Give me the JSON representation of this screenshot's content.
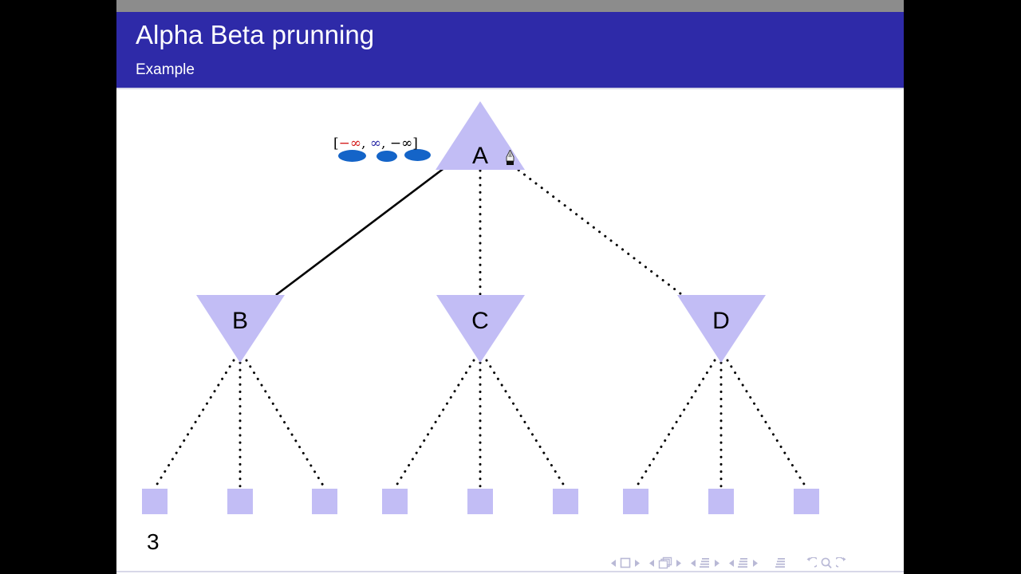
{
  "slide": {
    "title": "Alpha Beta prunning",
    "subtitle": "Example",
    "page_number": "3",
    "header_color": "#2e2aa8",
    "node_fill": "#c2bdf5",
    "node_stroke": "#c2bdf5",
    "leaf_fill": "#c2bdf5"
  },
  "annotation": {
    "open_bracket": "[",
    "value_1": "−∞",
    "sep_1": ", ",
    "value_2": "∞",
    "sep_2": ", ",
    "value_3": "−∞",
    "close_bracket": "]",
    "value_1_color": "#d41b1b",
    "value_2_color": "#2c2ca8",
    "value_3_color": "#000000",
    "highlight_color": "#1464c8",
    "full_text": "[−∞, ∞, −∞]"
  },
  "tree": {
    "root": {
      "label": "A",
      "shape": "triangle-up"
    },
    "level2": [
      {
        "label": "B",
        "shape": "triangle-down"
      },
      {
        "label": "C",
        "shape": "triangle-down"
      },
      {
        "label": "D",
        "shape": "triangle-down"
      }
    ],
    "leaves": [
      {
        "label": ""
      },
      {
        "label": ""
      },
      {
        "label": ""
      },
      {
        "label": ""
      },
      {
        "label": ""
      },
      {
        "label": ""
      },
      {
        "label": ""
      },
      {
        "label": ""
      },
      {
        "label": ""
      }
    ],
    "edges": [
      {
        "from": "A",
        "to": "B",
        "style": "solid"
      },
      {
        "from": "A",
        "to": "C",
        "style": "dotted"
      },
      {
        "from": "A",
        "to": "D",
        "style": "dotted"
      },
      {
        "from": "B",
        "to": "leaf1",
        "style": "dotted"
      },
      {
        "from": "B",
        "to": "leaf2",
        "style": "dotted"
      },
      {
        "from": "B",
        "to": "leaf3",
        "style": "dotted"
      },
      {
        "from": "C",
        "to": "leaf4",
        "style": "dotted"
      },
      {
        "from": "C",
        "to": "leaf5",
        "style": "dotted"
      },
      {
        "from": "C",
        "to": "leaf6",
        "style": "dotted"
      },
      {
        "from": "D",
        "to": "leaf7",
        "style": "dotted"
      },
      {
        "from": "D",
        "to": "leaf8",
        "style": "dotted"
      },
      {
        "from": "D",
        "to": "leaf9",
        "style": "dotted"
      }
    ]
  },
  "navbar": {
    "items": [
      {
        "name": "prev-slide",
        "glyph": "◂"
      },
      {
        "name": "slide-indicator",
        "glyph": "□"
      },
      {
        "name": "next-slide",
        "glyph": "▸"
      },
      {
        "name": "prev-frame",
        "glyph": "◂"
      },
      {
        "name": "frame-indicator",
        "glyph": "⧉"
      },
      {
        "name": "next-frame",
        "glyph": "▸"
      },
      {
        "name": "prev-subsection",
        "glyph": "◂"
      },
      {
        "name": "subsection-indicator",
        "glyph": "≡"
      },
      {
        "name": "next-subsection",
        "glyph": "▸"
      },
      {
        "name": "prev-section",
        "glyph": "◂"
      },
      {
        "name": "section-indicator",
        "glyph": "≡"
      },
      {
        "name": "next-section",
        "glyph": "▸"
      },
      {
        "name": "toc-indicator",
        "glyph": "≡"
      },
      {
        "name": "back-arrow",
        "glyph": "↺"
      },
      {
        "name": "search-magnifier",
        "glyph": "⌕"
      },
      {
        "name": "forward-arrow",
        "glyph": "↻"
      }
    ]
  },
  "cursor": {
    "type": "pen-cursor"
  }
}
